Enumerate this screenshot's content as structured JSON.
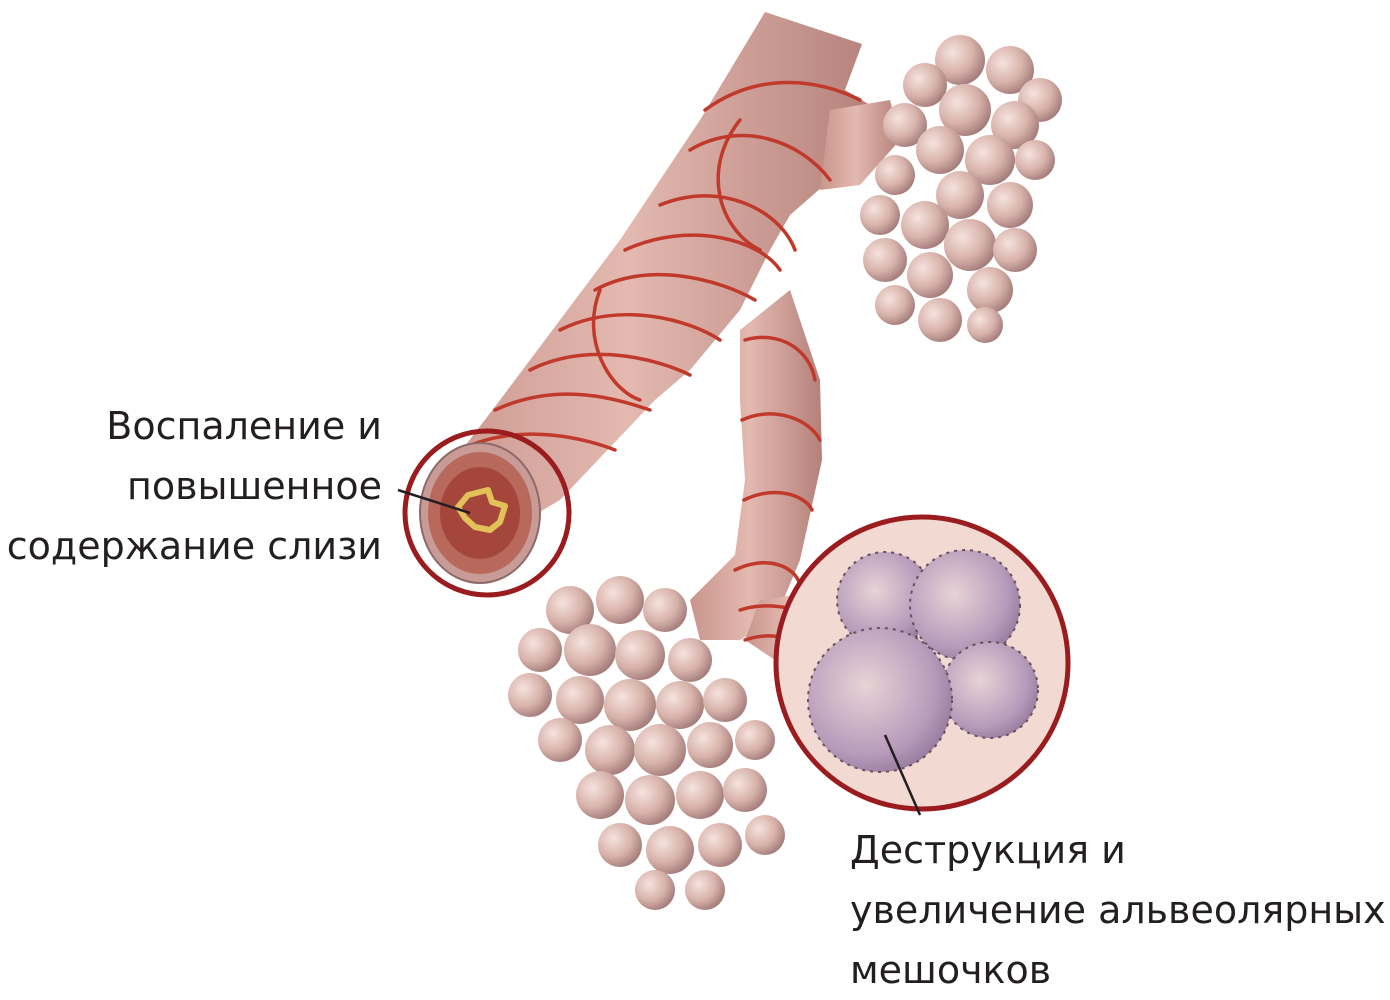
{
  "labels": {
    "left": {
      "lines": [
        "Воспаление и",
        "повышенное",
        "содержание слизи"
      ]
    },
    "right": {
      "lines": [
        "Деструкция и",
        "увеличение альвеолярных",
        "мешочков"
      ]
    }
  },
  "colors": {
    "tissue": "#d9a9a0",
    "tissue_shade": "#b98279",
    "vessel": "#c0392b",
    "circle": "#9b1c1f",
    "alveoli": "#d7b2aa",
    "damaged_alveoli": "#a98bb0",
    "mucus": "#e2c15a",
    "text": "#231f20"
  }
}
